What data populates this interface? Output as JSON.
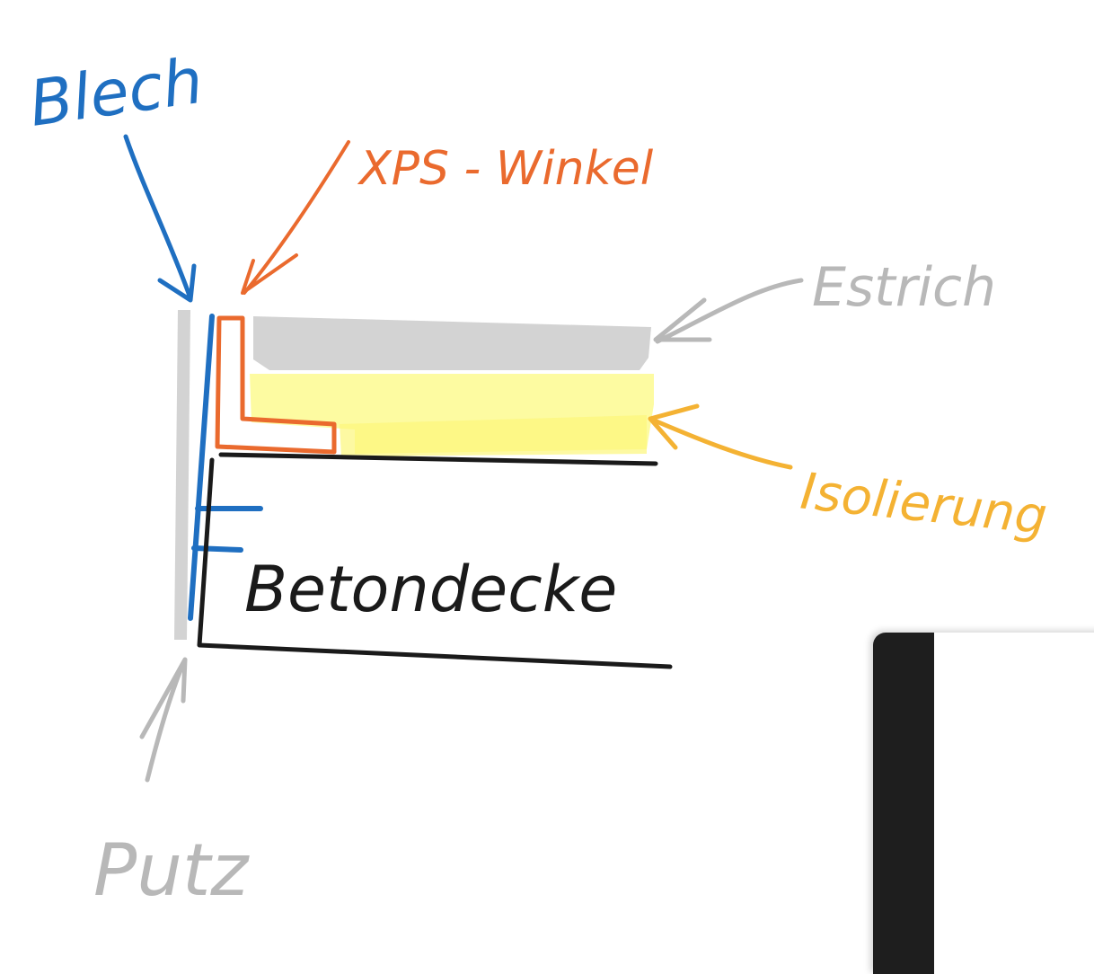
{
  "labels": {
    "blech": "Blech",
    "xps_winkel": "XPS - Winkel",
    "estrich": "Estrich",
    "isolierung": "Isolierung",
    "betondecke": "Betondecke",
    "putz": "Putz"
  },
  "colors": {
    "blech": "#1f6fc1",
    "xps": "#ea6a2e",
    "estrich": "#b8b8b8",
    "estrich_fill": "#d3d3d3",
    "isolierung": "#f4b233",
    "isolierung_fill": "#fdfb9c",
    "betondecke": "#1a1a1a",
    "putz": "#b8b8b8"
  }
}
